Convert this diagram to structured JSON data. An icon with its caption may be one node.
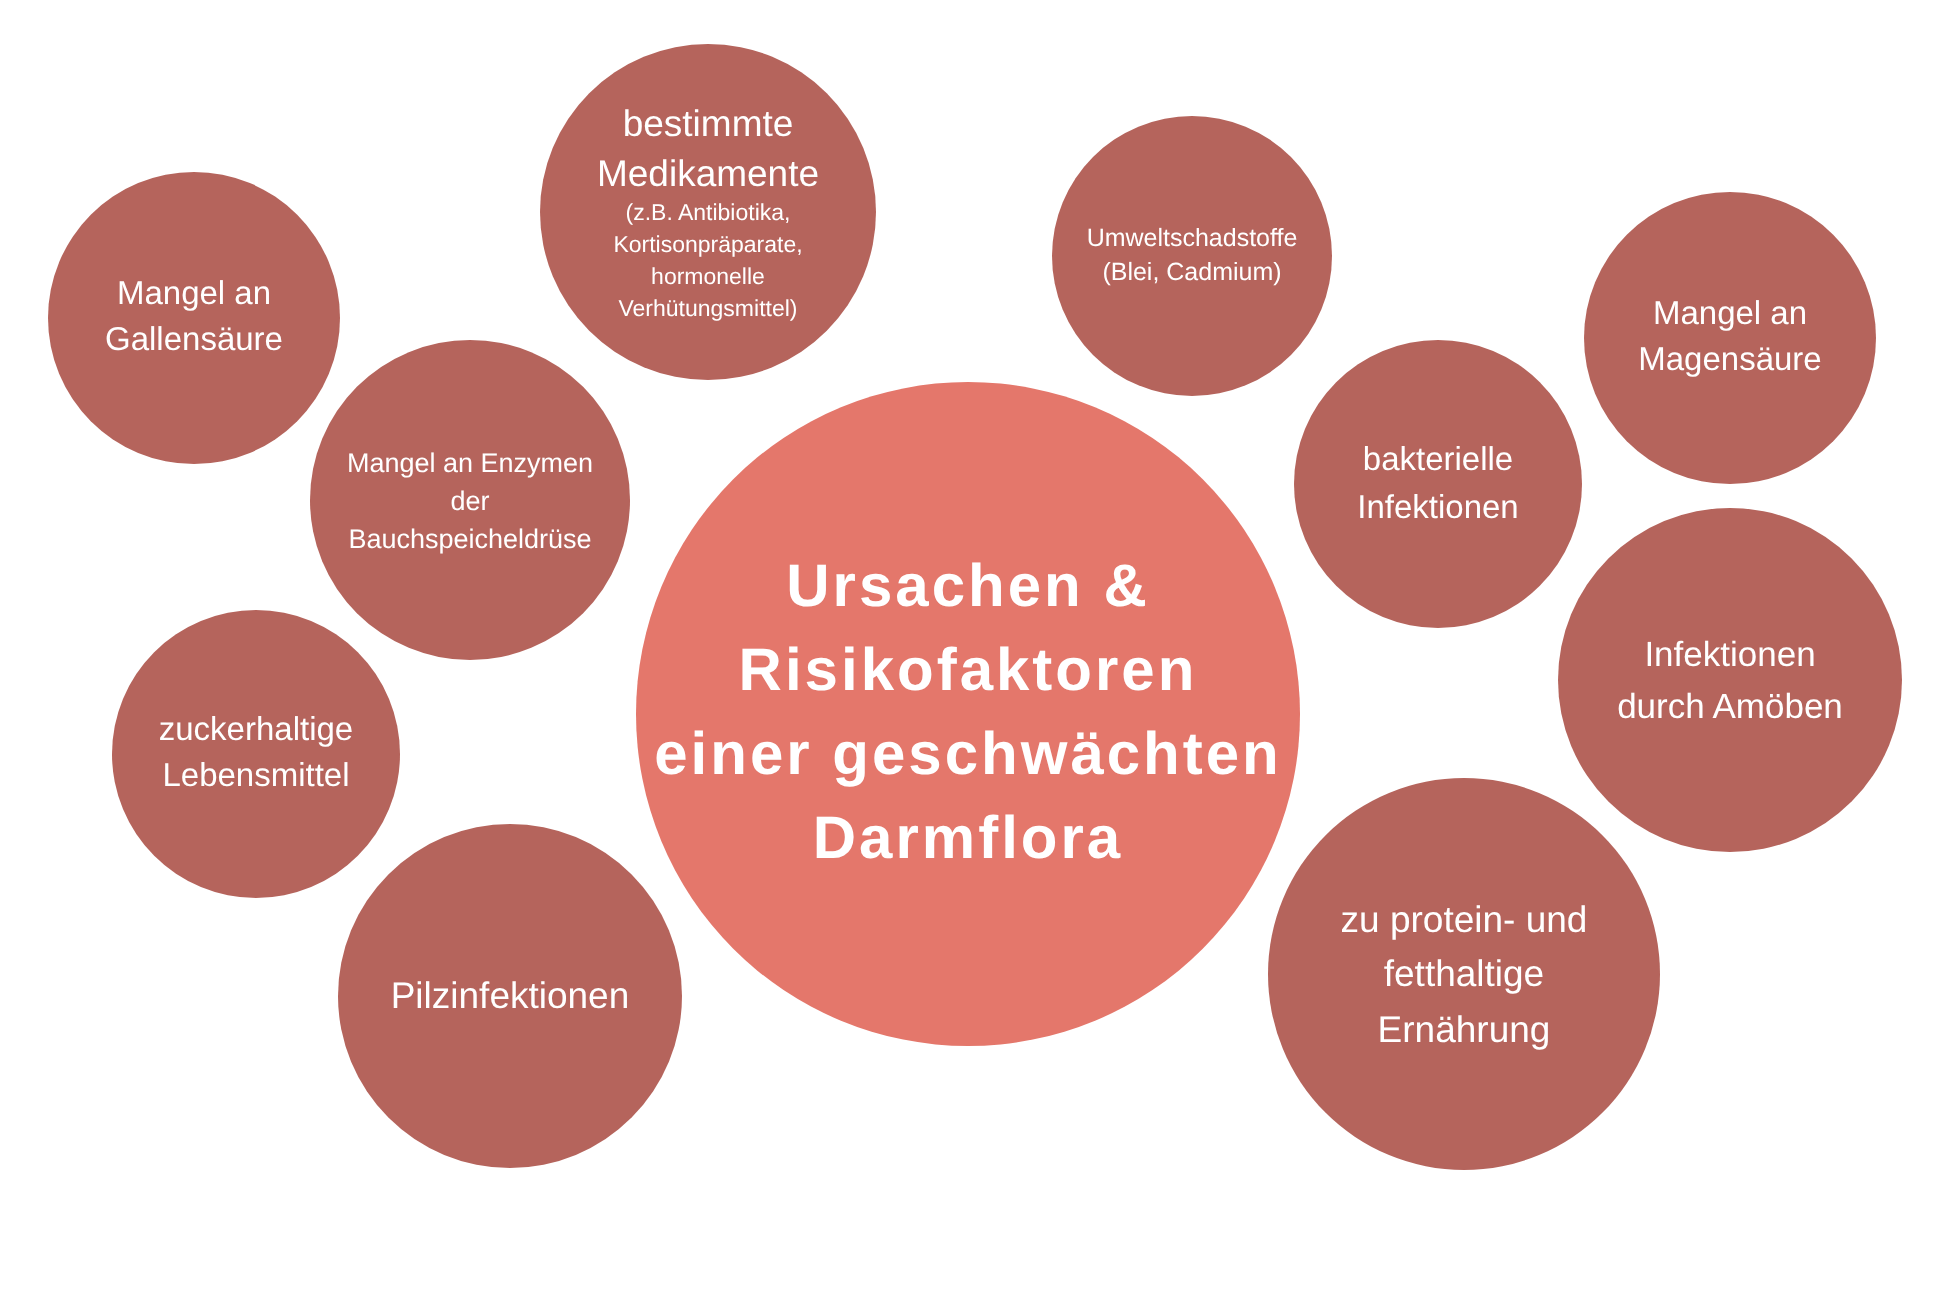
{
  "diagram": {
    "nodes": [
      {
        "text": [
          "Ursachen & Risikofaktoren einer geschwächten Darmflora"
        ]
      },
      {
        "text": [
          "bestimmte Medikamente",
          "(z.B. Antibiotika, Kortisonpräparate, hormonelle Verhütungsmittel)"
        ]
      },
      {
        "text": [
          "Umweltschadstoffe (Blei, Cadmium)"
        ]
      },
      {
        "text": [
          "Mangel an Gallensäure"
        ]
      },
      {
        "text": [
          "Mangel an Magensäure"
        ]
      },
      {
        "text": [
          "Mangel an Enzymen der Bauchspeicheldrüse"
        ]
      },
      {
        "text": [
          "bakterielle Infektionen"
        ]
      },
      {
        "text": [
          "Infektionen durch Amöben"
        ]
      },
      {
        "text": [
          "zuckerhaltige Lebensmittel"
        ]
      },
      {
        "text": [
          "zu protein- und fetthaltige Ernährung"
        ]
      },
      {
        "text": [
          "Pilzinfektionen"
        ]
      }
    ],
    "edges": []
  }
}
